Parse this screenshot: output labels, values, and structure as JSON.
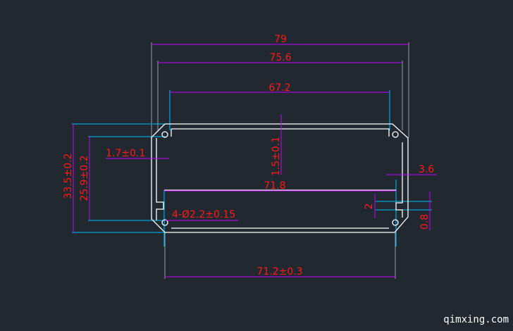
{
  "drawing": {
    "dimensions": {
      "overall_width": "79",
      "outer_width": "75.6",
      "rail_width": "67.2",
      "wall_thickness": "1.5±0.1",
      "side_thickness": "1.7±0.1",
      "overall_height": "33.5±0.2",
      "inner_height": "25.9±0.2",
      "slot_width": "71.8",
      "side_offset": "3.6",
      "slot_height": "2",
      "slot_depth": "0.8",
      "holes": "4-Ø2.2±0.15",
      "bottom_width": "71.2±0.3"
    },
    "watermark": "qimxing.com",
    "colors": {
      "background": "#212830",
      "outline": "#ffffff",
      "dimension": "#c000ff",
      "extension": "#00bfff",
      "text": "#ff1a1a"
    }
  }
}
